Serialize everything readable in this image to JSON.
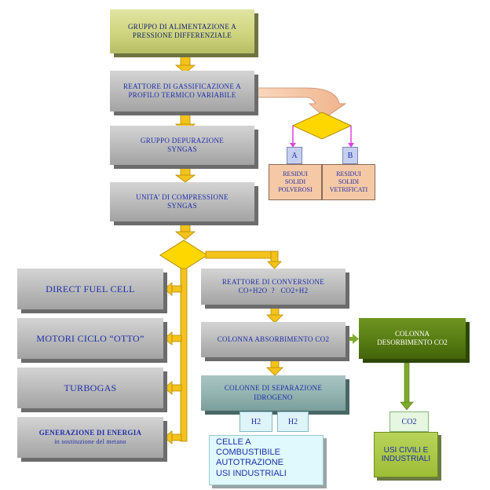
{
  "blocks": {
    "gruppo_alimentazione": [
      "GRUPPO DI ALIMENTAZIONE A",
      "PRESSIONE DIFFERENZIALE"
    ],
    "reattore_gassificazione": [
      "REATTORE DI GASSIFICAZIONE A",
      "PROFILO TERMICO VARIABILE"
    ],
    "gruppo_depurazione": [
      "GRUPPO DEPURAZIONE",
      "SYNGAS"
    ],
    "unita_compressione": [
      "UNITA’ DI COMPRESSIONE",
      "SYNGAS"
    ],
    "direct_fuel_cell": "DIRECT FUEL CELL",
    "motori_ciclo_otto": "MOTORI CICLO “OTTO”",
    "turbogas": "TURBOGAS",
    "generazione_energia": [
      "GENERAZIONE DI ENERGIA",
      "in sostituzione del metano"
    ],
    "reattore_conversione": [
      "REATTORE DI CONVERSIONE",
      "CO+H2O  ?   CO2+H2"
    ],
    "colonna_absorbimento": "COLONNA ABSORBIMENTO CO2",
    "colonna_desorbimento": [
      "COLONNA",
      "DESORBIMENTO CO2"
    ],
    "colonne_separazione": [
      "COLONNE DI SEPARAZIONE",
      "IDROGENO"
    ]
  },
  "residui": {
    "a": {
      "label": "A",
      "text": [
        "RESIDUI",
        "SOLIDI",
        "POLVEROSI"
      ]
    },
    "b": {
      "label": "B",
      "text": [
        "RESIDUI",
        "SOLIDI",
        "VETRIFICATI"
      ]
    }
  },
  "outputs": {
    "h2_left": "H2",
    "h2_right": "H2",
    "co2": "CO2",
    "celle_usi": [
      "CELLE A COMBUSTIBILE",
      "AUTOTRAZIONE",
      "USI INDUSTRIALI"
    ],
    "usi_civili": [
      "USI CIVILI E",
      "INDUSTRIALI"
    ]
  },
  "colors": {
    "arrow": "#f4c21a",
    "arrow_dark": "#b58a00",
    "diamond": "#ffd700",
    "magenta": "#e040e0",
    "salmon_arrow": "#f6c8a6",
    "green_arrow": "#7eaa2c",
    "text": "#1e2ea8"
  }
}
